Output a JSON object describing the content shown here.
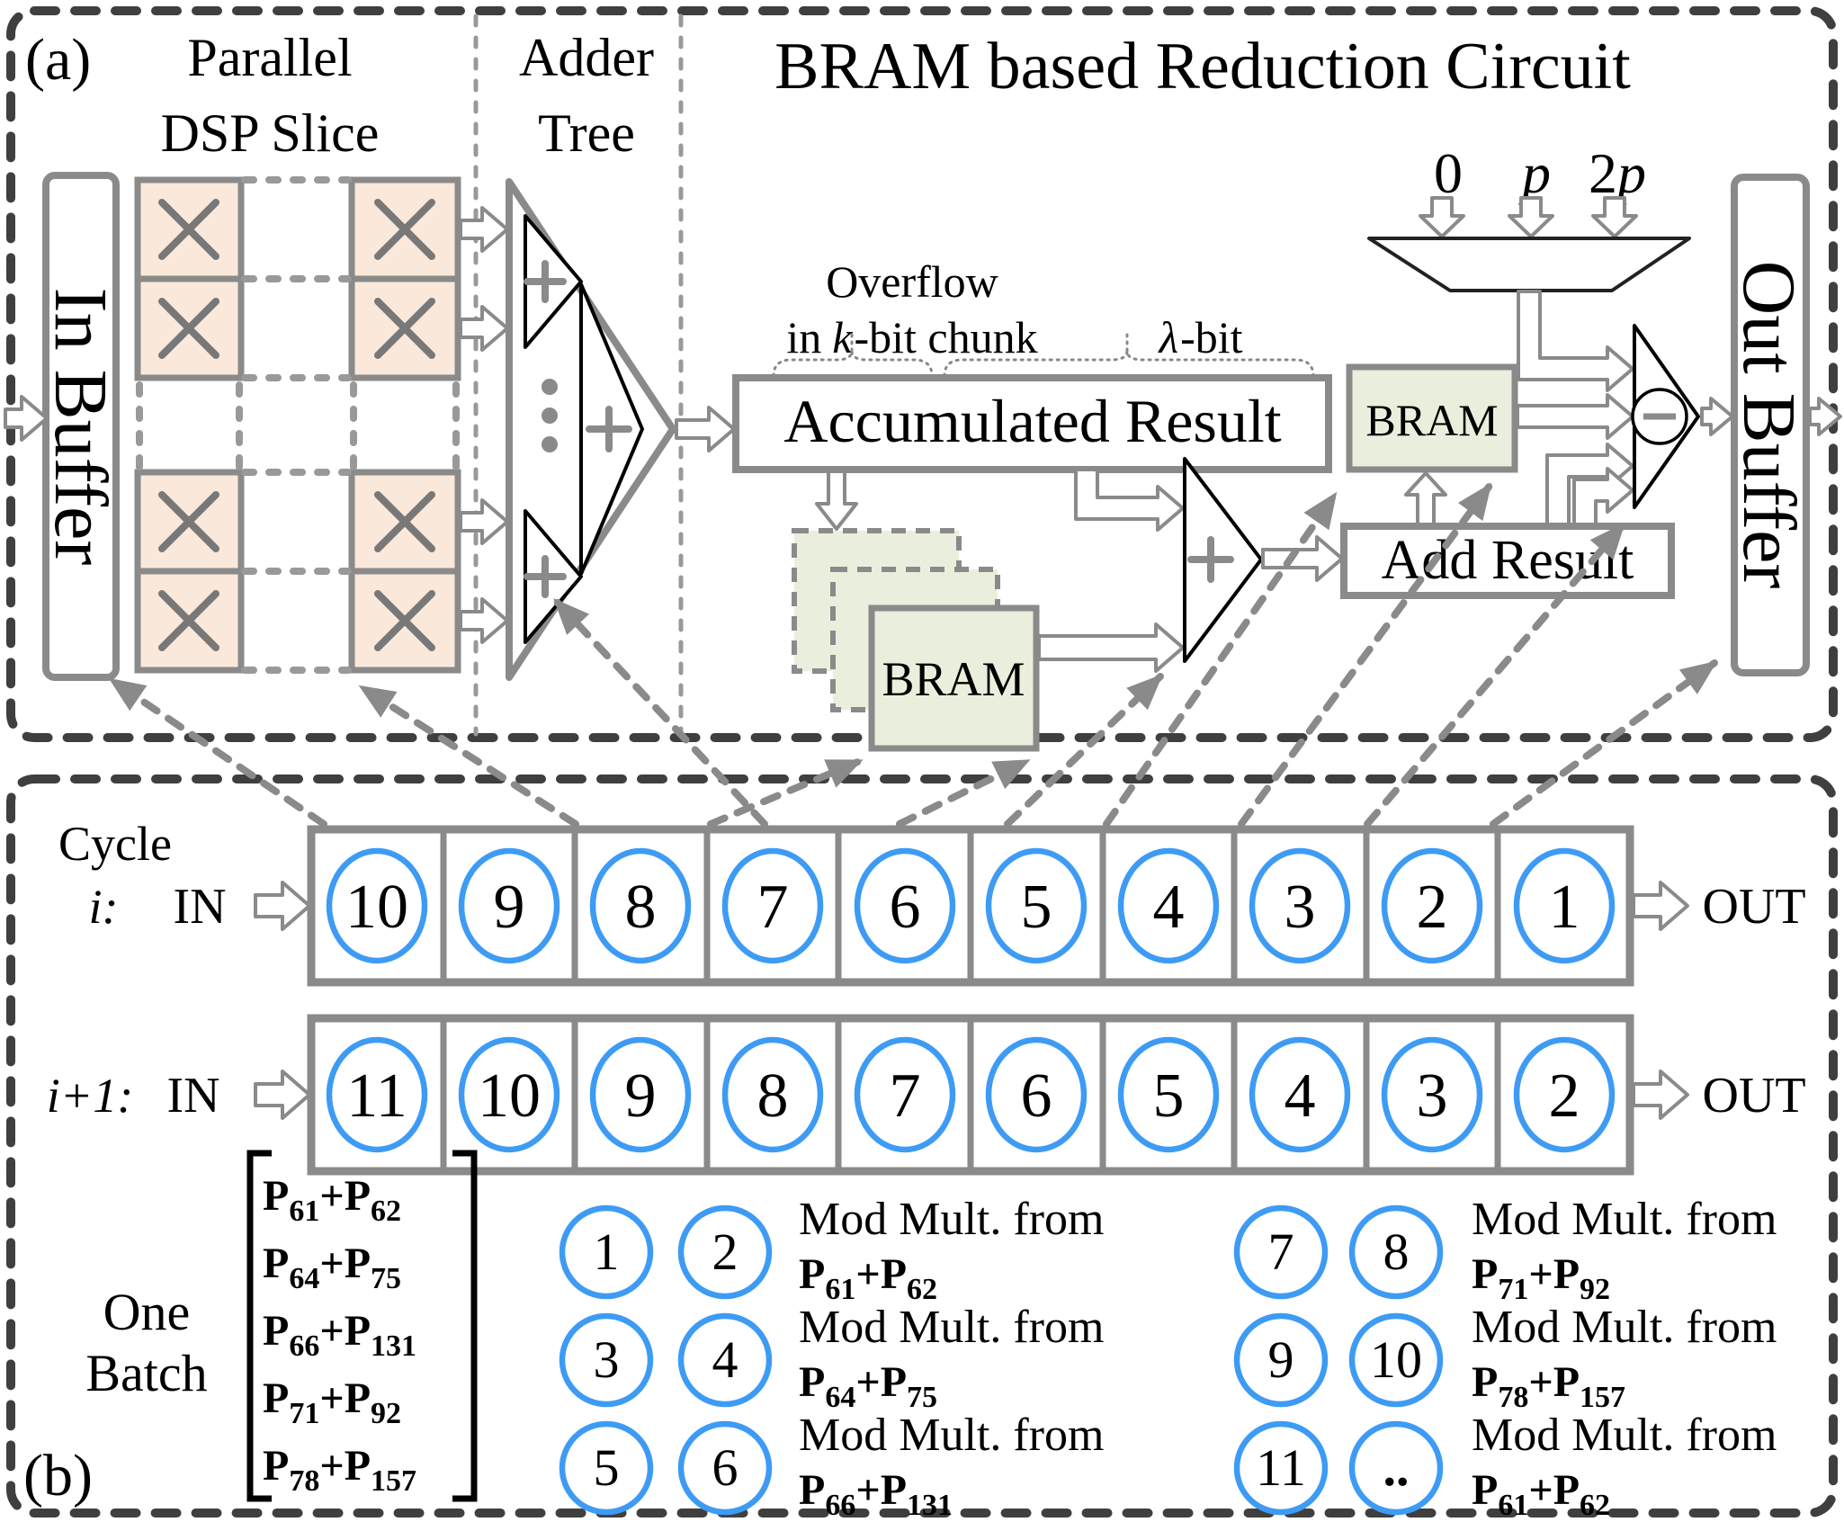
{
  "figure": {
    "type": "hardware-architecture-diagram",
    "colors": {
      "dsp_fill": "#fae8da",
      "bram_fill": "#e9efdc",
      "circle_blue": "#3e9bf4",
      "outline_gray": "#8a8a8a",
      "border_dark": "#3f3f3f"
    }
  },
  "a": {
    "label": "(a)",
    "dsp_title1": "Parallel",
    "dsp_title2": "DSP Slice",
    "tree_title1": "Adder",
    "tree_title2": "Tree",
    "circuit_title": "BRAM based Reduction Circuit",
    "in_buffer": "In Buffer",
    "out_buffer": "Out Buffer",
    "overflow1": "Overflow",
    "overflow2": {
      "pre": "in",
      "k": "k",
      "post": "-bit chunk"
    },
    "lambda": {
      "sym": "λ",
      "post": "-bit"
    },
    "accumulated": "Accumulated Result",
    "bram1": "BRAM",
    "bram2": "BRAM",
    "add_result": "Add Result",
    "mux": {
      "i0": "0",
      "i1": "p",
      "i2a": "2",
      "i2b": "p"
    }
  },
  "b": {
    "label": "(b)",
    "cycle": "Cycle",
    "rows": [
      {
        "index": "i:",
        "in": "IN",
        "out": "OUT",
        "values": [
          "10",
          "9",
          "8",
          "7",
          "6",
          "5",
          "4",
          "3",
          "2",
          "1"
        ]
      },
      {
        "index": "i+1:",
        "in": "IN",
        "out": "OUT",
        "values": [
          "11",
          "10",
          "9",
          "8",
          "7",
          "6",
          "5",
          "4",
          "3",
          "2"
        ]
      }
    ],
    "one_batch": {
      "line1": "One",
      "line2": "Batch",
      "entries": [
        {
          "a": "P",
          "as": "61",
          "op": "+",
          "b": "P",
          "bs": "62"
        },
        {
          "a": "P",
          "as": "64",
          "op": "+",
          "b": "P",
          "bs": "75"
        },
        {
          "a": "P",
          "as": "66",
          "op": "+",
          "b": "P",
          "bs": "131"
        },
        {
          "a": "P",
          "as": "71",
          "op": "+",
          "b": "P",
          "bs": "92"
        },
        {
          "a": "P",
          "as": "78",
          "op": "+",
          "b": "P",
          "bs": "157"
        }
      ]
    },
    "legend": [
      {
        "n1": "1",
        "n2": "2",
        "caption": "Mod Mult. from",
        "f": {
          "a": "P",
          "as": "61",
          "op": "+",
          "b": "P",
          "bs": "62"
        }
      },
      {
        "n1": "3",
        "n2": "4",
        "caption": "Mod Mult. from",
        "f": {
          "a": "P",
          "as": "64",
          "op": "+",
          "b": "P",
          "bs": "75"
        }
      },
      {
        "n1": "5",
        "n2": "6",
        "caption": "Mod Mult. from",
        "f": {
          "a": "P",
          "as": "66",
          "op": "+",
          "b": "P",
          "bs": "131"
        }
      },
      {
        "n1": "7",
        "n2": "8",
        "caption": "Mod Mult. from",
        "f": {
          "a": "P",
          "as": "71",
          "op": "+",
          "b": "P",
          "bs": "92"
        }
      },
      {
        "n1": "9",
        "n2": "10",
        "caption": "Mod Mult. from",
        "f": {
          "a": "P",
          "as": "78",
          "op": "+",
          "b": "P",
          "bs": "157"
        }
      },
      {
        "n1": "11",
        "n2": "..",
        "caption": "Mod Mult. from",
        "f": {
          "a": "P",
          "as": "61",
          "op": "+",
          "b": "P",
          "bs": "62"
        }
      }
    ]
  }
}
